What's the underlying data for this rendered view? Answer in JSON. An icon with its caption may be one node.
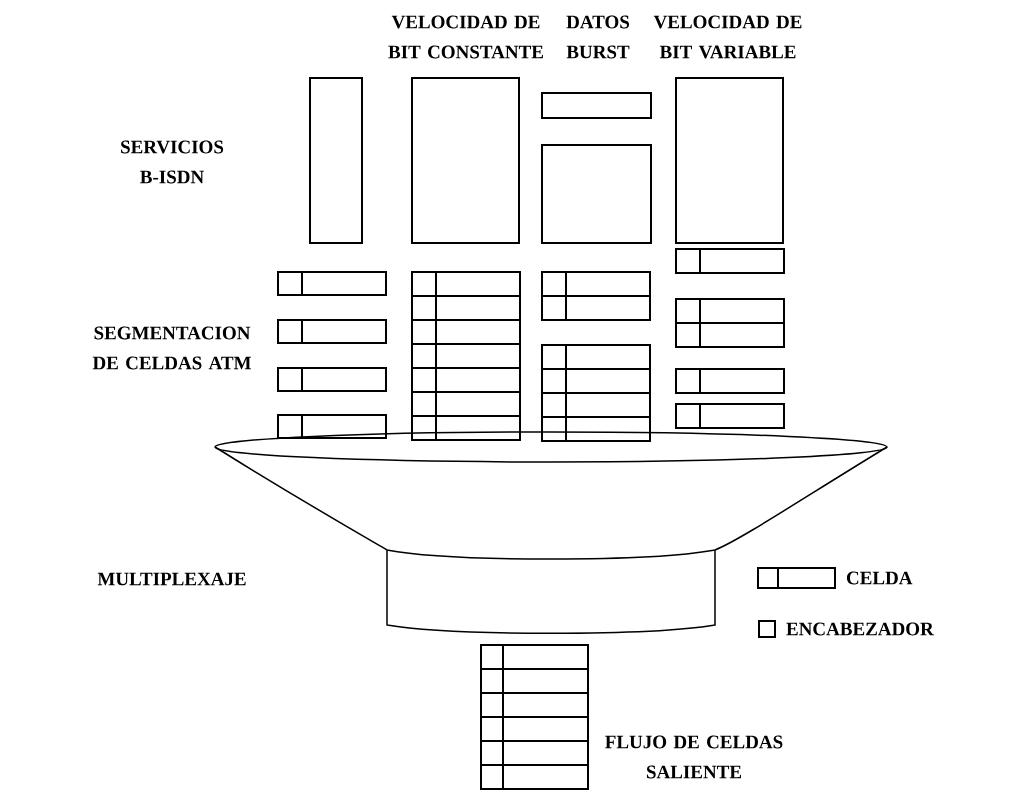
{
  "diagram": {
    "labels": [
      "VELOCIDAD DE BIT CONSTANTE",
      "DATOS BURST",
      "VELOCIDAD DE BIT VARIABLE",
      "SERVICIOS B-ISDN",
      "SEGMENTACION DE CELDAS ATM",
      "MULTIPLEXAJE",
      "FLUJO DE CELDAS SALIENTE"
    ],
    "legend": [
      {
        "text": "CELDA"
      },
      {
        "text": "ENCABEZADOR"
      }
    ]
  }
}
